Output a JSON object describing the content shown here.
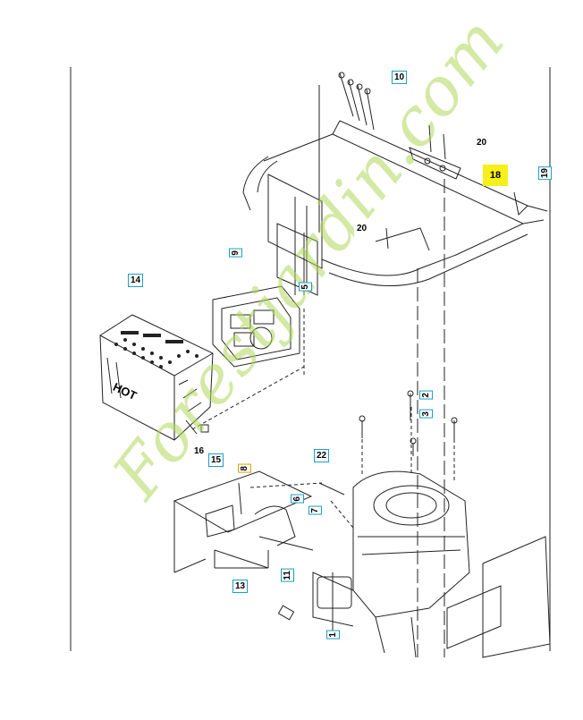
{
  "watermark": {
    "text": "Forestjardin.com"
  },
  "engine_label": "HOT",
  "callouts": [
    {
      "id": "10",
      "label": "10"
    },
    {
      "id": "20a",
      "label": "20"
    },
    {
      "id": "18",
      "label": "18"
    },
    {
      "id": "19",
      "label": "19"
    },
    {
      "id": "20b",
      "label": "20"
    },
    {
      "id": "9",
      "label": "9"
    },
    {
      "id": "5",
      "label": "5"
    },
    {
      "id": "14",
      "label": "14"
    },
    {
      "id": "2",
      "label": "2"
    },
    {
      "id": "3",
      "label": "3"
    },
    {
      "id": "16",
      "label": "16"
    },
    {
      "id": "15",
      "label": "15"
    },
    {
      "id": "22",
      "label": "22"
    },
    {
      "id": "8",
      "label": "8"
    },
    {
      "id": "6",
      "label": "6"
    },
    {
      "id": "7",
      "label": "7"
    },
    {
      "id": "11",
      "label": "11"
    },
    {
      "id": "13",
      "label": "13"
    },
    {
      "id": "1",
      "label": "1"
    }
  ],
  "colors": {
    "callout_border": "#1aa0c8",
    "highlight": "#f6f01a",
    "watermark": "#b6d76a"
  }
}
